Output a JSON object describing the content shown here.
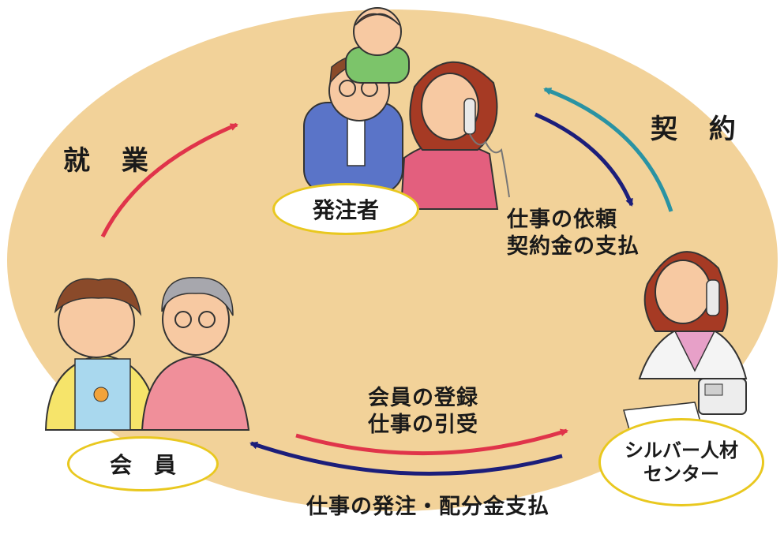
{
  "labels": {
    "shugyo": "就 業",
    "keiyaku": "契 約",
    "request_line1": "仕事の依頼",
    "request_line2": "契約金の支払",
    "register_line1": "会員の登録",
    "register_line2": "仕事の引受",
    "order_payment": "仕事の発注・配分金支払"
  },
  "nodes": {
    "client": "発注者",
    "member": "会　員",
    "center_line1": "シルバー人材",
    "center_line2": "センター"
  },
  "colors": {
    "oval": "#f2d299",
    "node_border": "#e9c81f",
    "arrow_red": "#e0344a",
    "arrow_navy": "#1c1e7a",
    "arrow_teal": "#2a93a3"
  }
}
